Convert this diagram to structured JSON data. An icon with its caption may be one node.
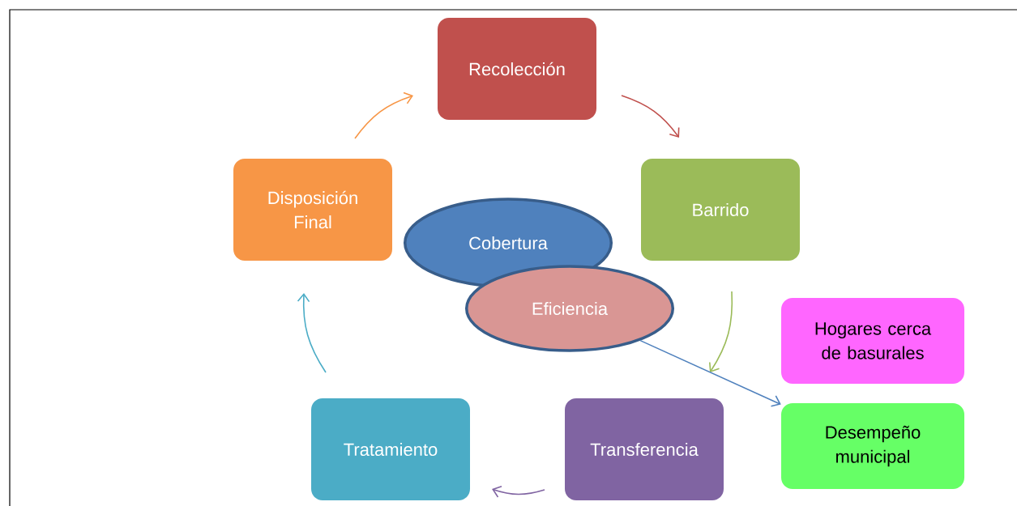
{
  "diagram": {
    "nodes": [
      {
        "text": [
          "Recolección"
        ]
      },
      {
        "text": [
          "Barrido"
        ]
      },
      {
        "text": [
          "Transferencia"
        ]
      },
      {
        "text": [
          "Tratamiento"
        ]
      },
      {
        "text": [
          "Disposición Final"
        ]
      },
      {
        "text": [
          "Cobertura"
        ]
      },
      {
        "text": [
          "Eficiencia"
        ]
      },
      {
        "text": [
          "Hogares cerca de basurales"
        ]
      },
      {
        "text": [
          "Desempeño municipal"
        ]
      }
    ],
    "edges": [
      {
        "from": 0,
        "to": 1,
        "arrow": "to",
        "color": "#c0504d"
      },
      {
        "from": 1,
        "to": 2,
        "arrow": "to",
        "color": "#9bbb59"
      },
      {
        "from": 2,
        "to": 3,
        "arrow": "to",
        "color": "#8064a2"
      },
      {
        "from": 3,
        "to": 4,
        "arrow": "to",
        "color": "#4bacc6"
      },
      {
        "from": 4,
        "to": 0,
        "arrow": "to",
        "color": "#f79646"
      },
      {
        "from": 6,
        "to": 8,
        "arrow": "to",
        "color": "#4f81bd"
      }
    ]
  }
}
